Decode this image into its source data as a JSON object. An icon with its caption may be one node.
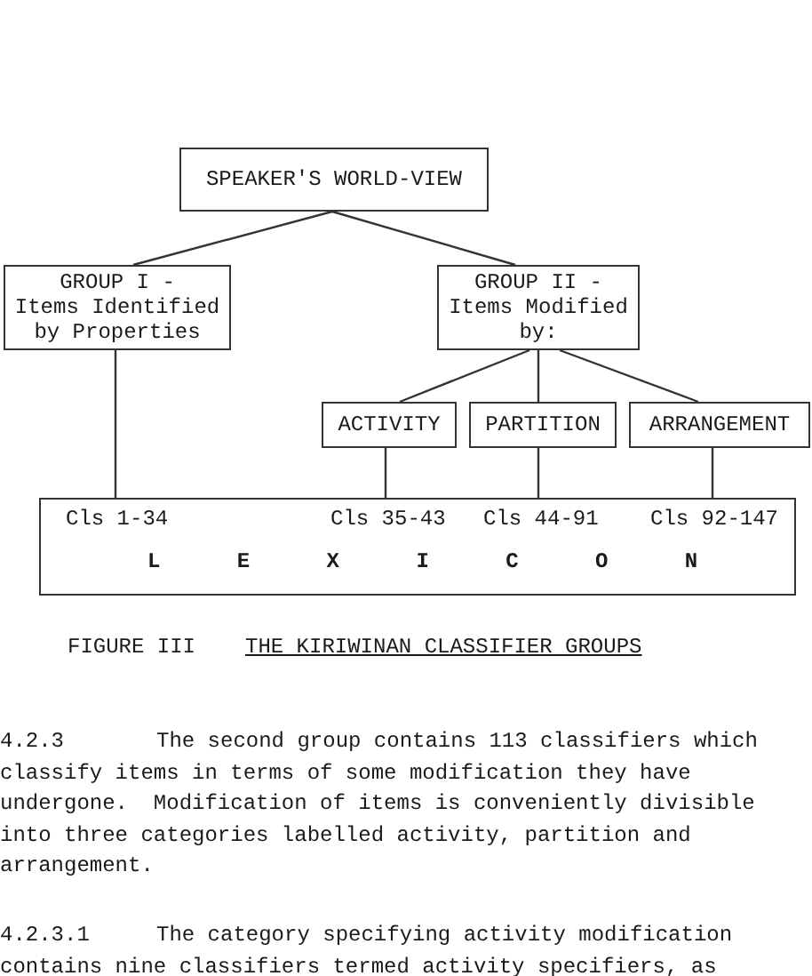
{
  "diagram": {
    "nodes": [
      {
        "text": [
          "SPEAKER'S WORLD-VIEW"
        ]
      },
      {
        "text": [
          "GROUP I -",
          "Items Identified by Properties"
        ]
      },
      {
        "text": [
          "GROUP II -",
          "Items Modified by:"
        ]
      },
      {
        "text": [
          "ACTIVITY"
        ]
      },
      {
        "text": [
          "PARTITION"
        ]
      },
      {
        "text": [
          "ARRANGEMENT"
        ]
      },
      {
        "text": [
          "Cls 1-34",
          "Cls 35-43",
          "Cls 44-91",
          "Cls 92-147",
          "L E X I C O N"
        ]
      }
    ],
    "edges": [
      {
        "from": 0,
        "to": 1,
        "arrow": "none"
      },
      {
        "from": 0,
        "to": 2,
        "arrow": "none"
      },
      {
        "from": 2,
        "to": 3,
        "arrow": "none"
      },
      {
        "from": 2,
        "to": 4,
        "arrow": "none"
      },
      {
        "from": 2,
        "to": 5,
        "arrow": "none"
      },
      {
        "from": 1,
        "to": 6,
        "arrow": "none"
      },
      {
        "from": 3,
        "to": 6,
        "arrow": "none"
      },
      {
        "from": 4,
        "to": 6,
        "arrow": "none"
      },
      {
        "from": 5,
        "to": 6,
        "arrow": "none"
      }
    ],
    "labels": [
      "FIGURE III",
      "THE KIRIWINAN CLASSIFIER GROUPS",
      "4.2.3",
      "The second group contains 113 classifiers which classify items in terms of some modification they have undergone.  Modification of items is conveniently divisible into three categories labelled activity, partition and arrangement.",
      "4.2.3.1",
      "The category specifying activity modification contains nine classifiers termed activity specifiers, as"
    ]
  }
}
